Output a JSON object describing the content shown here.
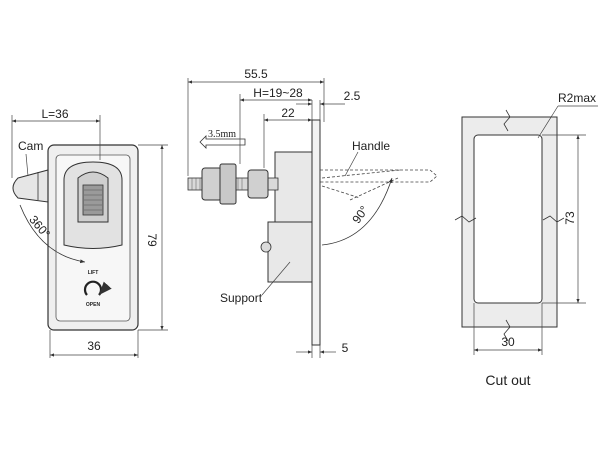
{
  "front_view": {
    "width_top_label": "L=36",
    "width_bottom_label": "36",
    "height_label": "79",
    "cam_label": "Cam",
    "rotation_label": "360°",
    "lift_text": "LIFT",
    "open_text": "OPEN"
  },
  "side_view": {
    "overall_length_label": "55.5",
    "panel_range_label": "H=19~28",
    "thickness_label": "2.5",
    "body_length_label": "22",
    "travel_label": "3.5mm",
    "handle_label": "Handle",
    "handle_angle_label": "90°",
    "support_label": "Support",
    "plate_thickness_label": "5"
  },
  "cutout_view": {
    "radius_label": "R2max",
    "height_label": "73",
    "width_label": "30",
    "title": "Cut out"
  },
  "colors": {
    "line": "#333333",
    "dim_line": "#444444",
    "body_fill": "#e9e9e9",
    "cutout_fill": "#eeeeee"
  }
}
